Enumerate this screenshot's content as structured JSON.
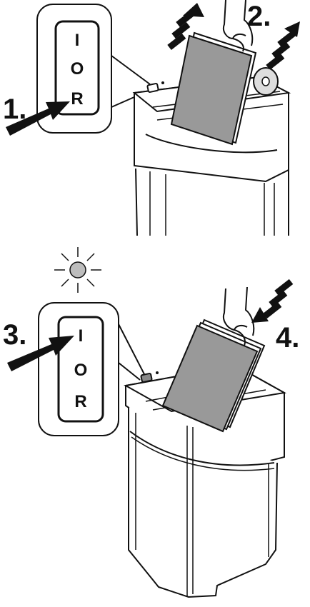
{
  "panel_top": {
    "step_labels": {
      "insert_step": "1.",
      "remove_step": "2."
    },
    "switch_keys": {
      "top": "I",
      "middle": "O",
      "bottom": "R"
    }
  },
  "panel_bottom": {
    "step_labels": {
      "switch_step": "3.",
      "feed_step": "4."
    },
    "switch_keys": {
      "top": "I",
      "middle": "O",
      "bottom": "R"
    }
  },
  "colors": {
    "ink": "#111111",
    "paper": "#999999",
    "machine": "#ffffff",
    "lamp": "#bdbdbd"
  },
  "icons": [
    "arrow-icon",
    "hand-icon",
    "cd-icon",
    "indicator-lamp-icon",
    "rocker-switch-icon"
  ]
}
